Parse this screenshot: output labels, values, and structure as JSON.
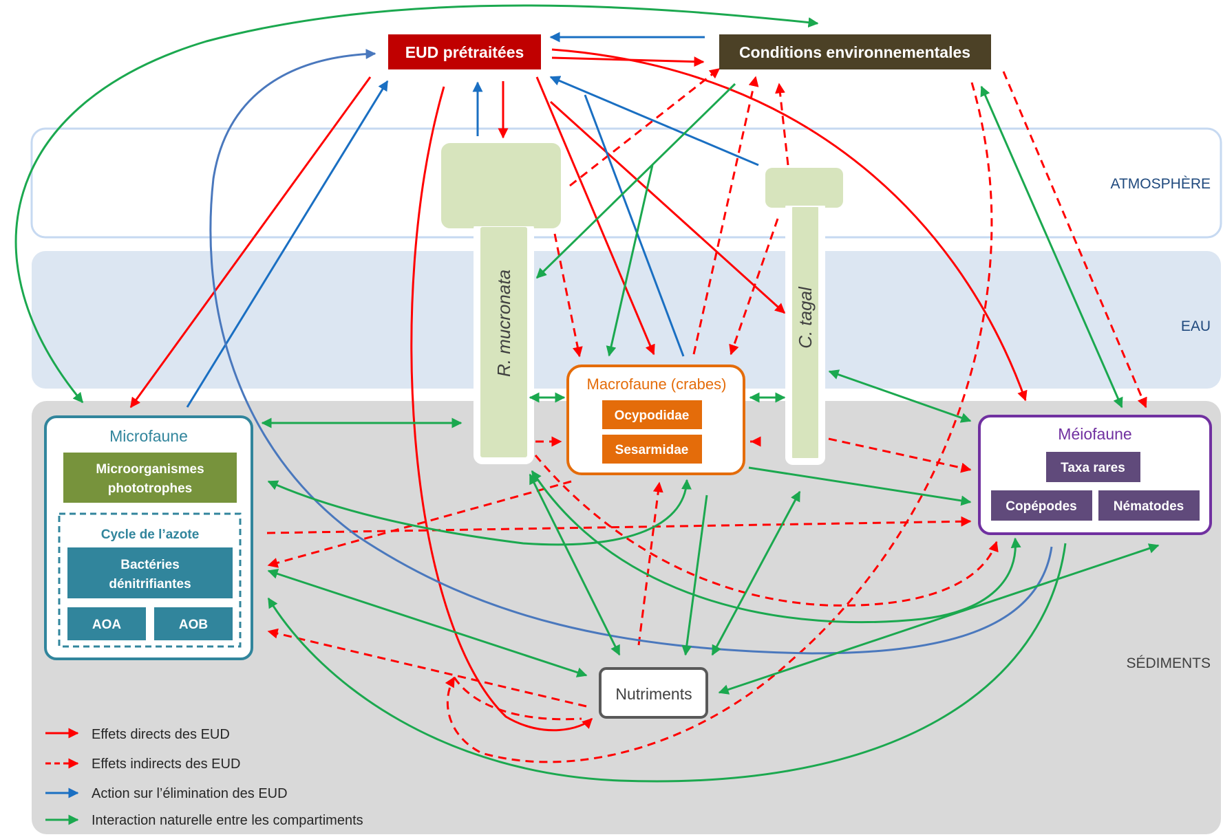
{
  "zones": {
    "atmosphere": "ATMOSPHÈRE",
    "eau": "EAU",
    "sediments": "SÉDIMENTS"
  },
  "nodes": {
    "eud": "EUD prétraitées",
    "conditions": "Conditions environnementales",
    "r_mucronata": "R. mucronata",
    "c_tagal": "C. tagal",
    "macrofaune": {
      "title": "Macrofaune (crabes)",
      "ocypodidae": "Ocypodidae",
      "sesarmidae": "Sesarmidae"
    },
    "microfaune": {
      "title": "Microfaune",
      "phototrophes_1": "Microorganismes",
      "phototrophes_2": "phototrophes",
      "cycle": "Cycle de l’azote",
      "bacteries_1": "Bactéries",
      "bacteries_2": "dénitrifiantes",
      "aoa": "AOA",
      "aob": "AOB"
    },
    "meiofaune": {
      "title": "Méiofaune",
      "taxa": "Taxa rares",
      "copepodes": "Copépodes",
      "nematodes": "Nématodes"
    },
    "nutriments": "Nutriments"
  },
  "legend": [
    {
      "label": "Effets directs des EUD",
      "color": "#ff0000",
      "style": "solid"
    },
    {
      "label": "Effets indirects des EUD",
      "color": "#ff0000",
      "style": "dashed"
    },
    {
      "label": "Action sur l’élimination des EUD",
      "color": "#1a6fc2",
      "style": "solid"
    },
    {
      "label": "Interaction naturelle entre les compartiments",
      "color": "#1ba84f",
      "style": "solid"
    }
  ],
  "colors": {
    "direct": "#ff0000",
    "elimination": "#1a6fc2",
    "elimination_light": "#4a78bd",
    "natural": "#1ba84f",
    "eud_box": "#c00000",
    "conditions_box": "#4c4126",
    "microfaune": "#31859c",
    "phototrophes": "#77933c",
    "macrofaune": "#e46c0a",
    "meiofaune": "#7030a0",
    "meio_boxes": "#604a7b",
    "tree": "#d7e4bd",
    "eau_band": "#dce6f2",
    "sediment_band": "#d9d9d9"
  }
}
